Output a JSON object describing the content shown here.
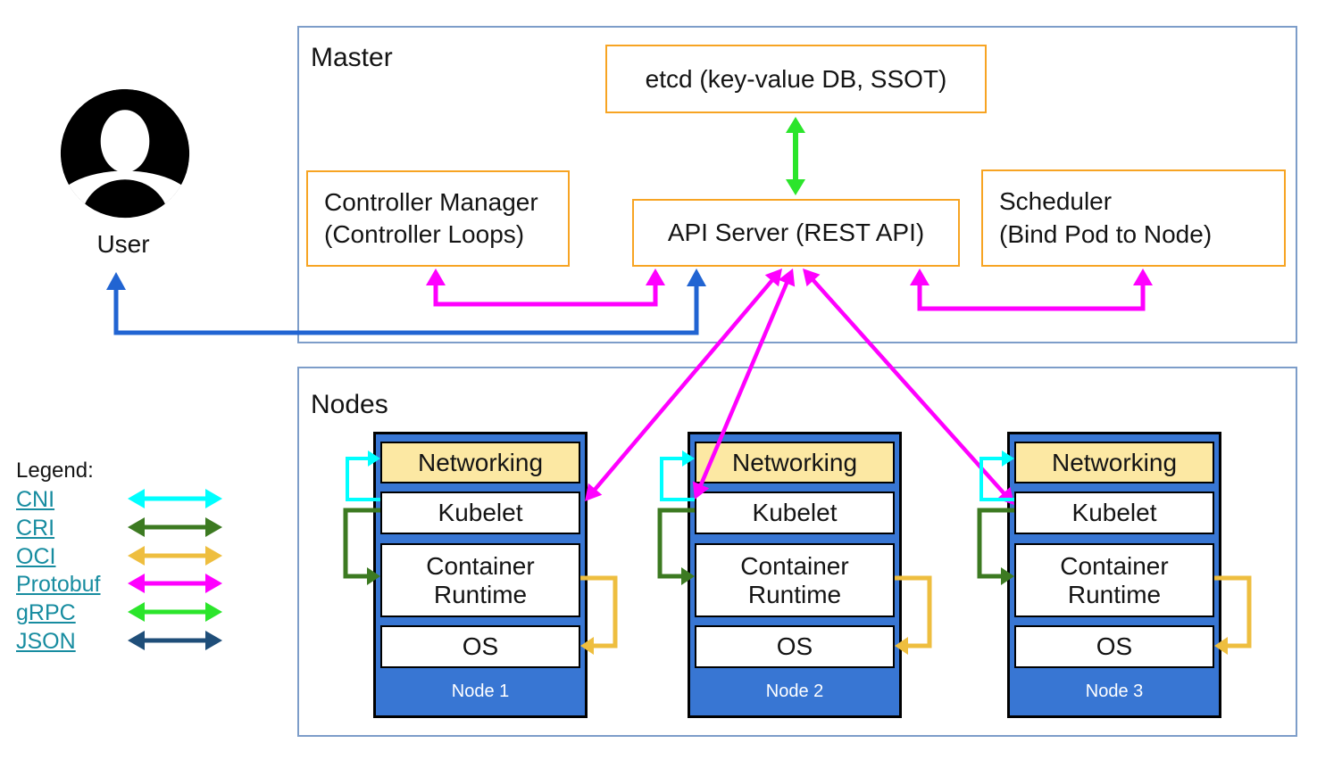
{
  "user": {
    "label": "User"
  },
  "master": {
    "title": "Master",
    "etcd_label": "etcd (key-value DB, SSOT)",
    "controller_manager": {
      "line1": "Controller Manager",
      "line2": "(Controller Loops)"
    },
    "api_server_label": "API Server (REST API)",
    "scheduler": {
      "line1": "Scheduler",
      "line2": "(Bind Pod to Node)"
    }
  },
  "nodes_section": {
    "title": "Nodes",
    "layers": {
      "networking": "Networking",
      "kubelet": "Kubelet",
      "container_runtime": "Container Runtime",
      "os": "OS"
    },
    "node_names": [
      "Node 1",
      "Node 2",
      "Node 3"
    ]
  },
  "legend": {
    "title": "Legend:",
    "items": [
      {
        "label": "CNI",
        "color": "#00FFFF"
      },
      {
        "label": "CRI",
        "color": "#3C7A21"
      },
      {
        "label": "OCI",
        "color": "#EEBE3F"
      },
      {
        "label": "Protobuf",
        "color": "#FF00FF"
      },
      {
        "label": "gRPC",
        "color": "#2BE52B"
      },
      {
        "label": "JSON",
        "color": "#1F4E79"
      }
    ]
  },
  "colors": {
    "outer_box_border": "#7D9DC9",
    "component_box_border": "#F7A423",
    "node_fill": "#3876D3",
    "networking_fill": "#FCE8A3",
    "legend_link": "#178CA0",
    "user_api_arrow": "#2164D2",
    "protobuf_magenta": "#FF00FF",
    "grpc_green": "#2BE52B",
    "cni_cyan": "#00FFFF",
    "cri_green": "#3C7A21",
    "oci_gold": "#EEBE3F"
  }
}
